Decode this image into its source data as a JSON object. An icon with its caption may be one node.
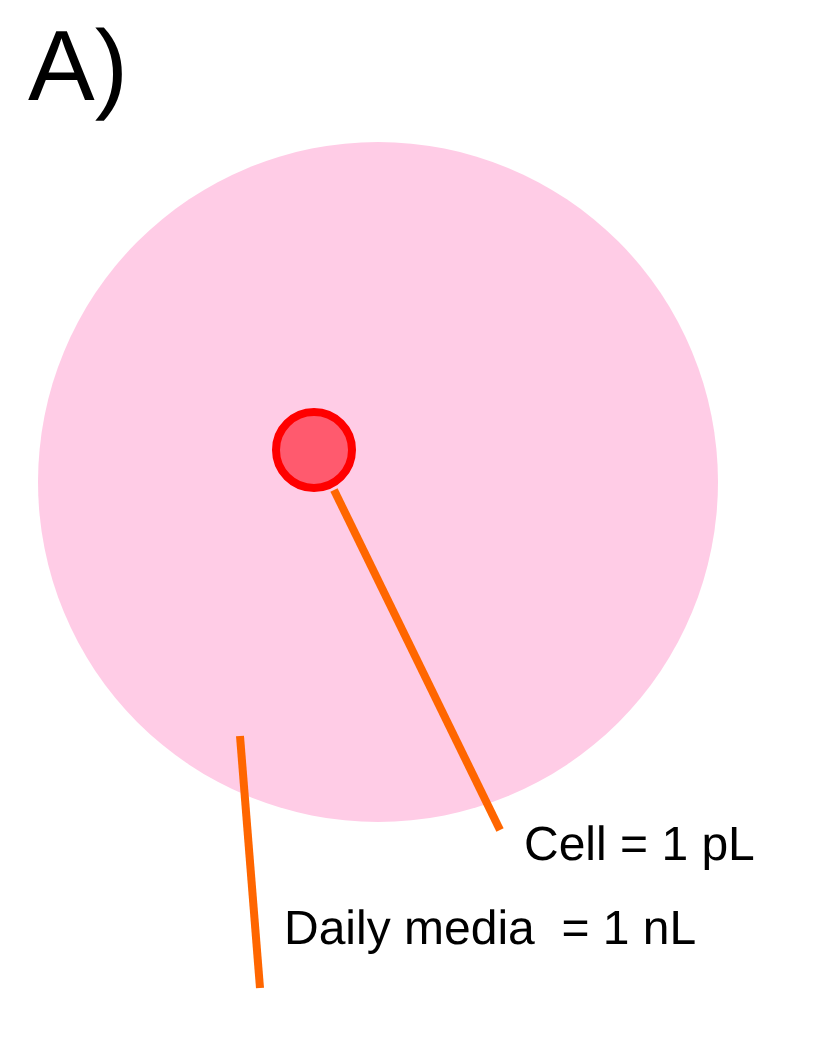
{
  "diagram": {
    "nodes": [
      {
        "text": [],
        "shape": "circle"
      },
      {
        "text": [],
        "shape": "circle",
        "in": 0
      },
      {
        "text": [
          "Cell = 1 pL"
        ]
      },
      {
        "text": [
          "Daily media  = 1 nL"
        ]
      }
    ],
    "edges": [
      {
        "from": 2,
        "to": 1,
        "arrow": "none"
      },
      {
        "from": 3,
        "to": 0,
        "arrow": "none"
      }
    ],
    "labels": [
      "A)"
    ]
  }
}
